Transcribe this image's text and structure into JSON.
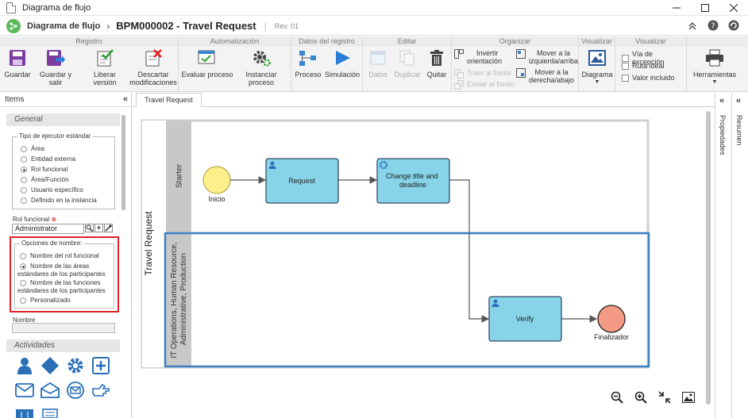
{
  "window": {
    "title": "Diagrama de flujo"
  },
  "header": {
    "crumb": "Diagrama de flujo",
    "title": "BPM000002 - Travel Request",
    "rev": "Rev. 01"
  },
  "ribbon": {
    "groups": {
      "registro": "Registro",
      "automatizacion": "Automatización",
      "datos": "Datos del registro",
      "editar": "Editar",
      "organizar": "Organizar",
      "visualizar1": "Visualizar",
      "visualizar2": "Visualizar"
    },
    "buttons": {
      "guardar": "Guardar",
      "guardar_salir": "Guardar y salir",
      "liberar": "Liberar versión",
      "descartar1": "Descartar",
      "descartar2": "modificaciones",
      "evaluar": "Evaluar proceso",
      "instanciar": "Instanciar proceso",
      "proceso": "Proceso",
      "simulacion": "Simulación",
      "datos": "Datos",
      "duplicar": "Duplicar",
      "quitar": "Quitar",
      "invertir1": "Invertir",
      "invertir2": "orientación",
      "traer": "Traer al frente",
      "enviar": "Enviar al fondo",
      "mover_izq1": "Mover a la",
      "mover_izq2": "izquierda/arriba",
      "mover_der1": "Mover a la",
      "mover_der2": "derecha/abajo",
      "diagrama": "Diagrama",
      "herramientas": "Herramientas"
    },
    "checks": {
      "excepcion": "Vía de excepción",
      "ruta": "Ruta ideal",
      "valor": "Valor incluido"
    }
  },
  "items_panel": {
    "title": "Items",
    "section_general": "General",
    "executor_legend": "Tipo de ejecutor estándar",
    "executor_options": [
      "Área",
      "Entidad externa",
      "Rol funcional",
      "Área/Función",
      "Usuario específico",
      "Definido en la instancia"
    ],
    "rol_label": "Rol funcional",
    "rol_value": "Administrator",
    "name_legend": "Opciones de nombre:",
    "name_options": [
      "Nombre del rol funcional",
      "Nombre de las áreas",
      "estándares de los participantes",
      "Nombre de las funciones",
      "estándares de los participantes",
      "Personalizado"
    ],
    "nombre_label": "Nombre",
    "nombre_value": "",
    "section_actividades": "Actividades"
  },
  "tab": {
    "label": "Travel Request"
  },
  "diagram": {
    "pool": "Travel Request",
    "lane1": "Starter",
    "lane2_line1": "IT Operations, Human Resource,",
    "lane2_line2": "Administrative, Production",
    "start_label": "Inicio",
    "task1": "Request",
    "task2_line1": "Change title and",
    "task2_line2": "deadline",
    "task3": "Verify",
    "end_label": "Finalizador"
  },
  "side": {
    "propiedades": "Propiedades",
    "resumen": "Resumen"
  },
  "colors": {
    "task": "#87d4e8",
    "task_border": "#3a4a6a",
    "lane": "#c8c8c8",
    "selection": "#3b82c4",
    "start": "#fdf08a",
    "end": "#f39a84",
    "highlight": "#e0222a"
  }
}
